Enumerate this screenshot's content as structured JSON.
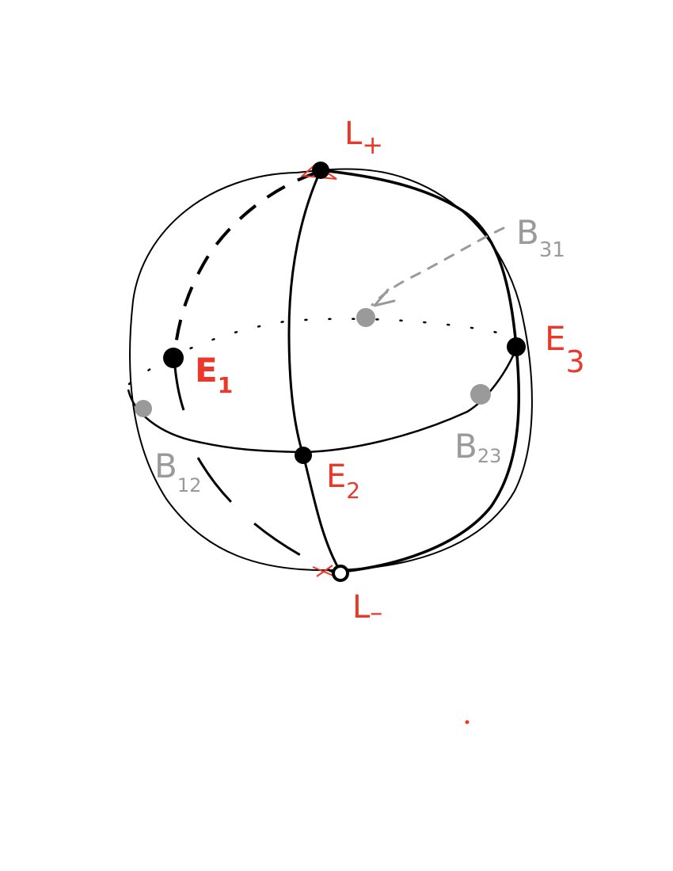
{
  "labels": {
    "l_plus": {
      "main": "L",
      "sub": "+"
    },
    "l_minus": {
      "main": "L",
      "sub": "–"
    },
    "e1": {
      "main": "E",
      "sub": "1"
    },
    "e2": {
      "main": "E",
      "sub": "2"
    },
    "e3": {
      "main": "E",
      "sub": "3"
    },
    "b31": {
      "main": "B",
      "sub": "31"
    },
    "b12": {
      "main": "B",
      "sub": "12"
    },
    "b23": {
      "main": "B",
      "sub": "23"
    }
  },
  "colors": {
    "ink": "#000000",
    "accent_red": "#e8392b",
    "secondary_gray": "#9a9a9a",
    "background": "#ffffff"
  }
}
